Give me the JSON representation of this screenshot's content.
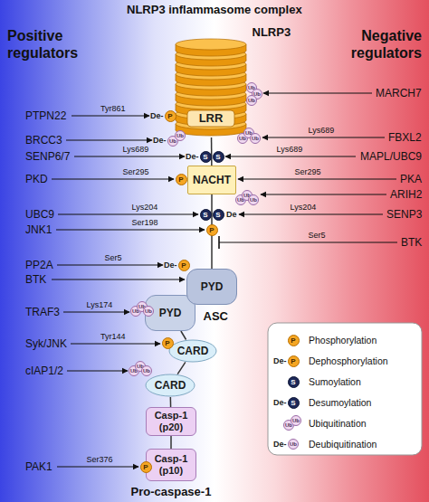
{
  "diagram": {
    "title": "NLRP3 inflammasome complex",
    "nodes": [
      {
        "text": [
          "LRR"
        ]
      },
      {
        "text": [
          "NACHT"
        ]
      },
      {
        "text": [
          "PYD"
        ]
      },
      {
        "text": [
          "PYD"
        ]
      },
      {
        "text": [
          "CARD"
        ]
      },
      {
        "text": [
          "CARD"
        ]
      },
      {
        "text": [
          "Casp-1 (p20)"
        ]
      },
      {
        "text": [
          "Casp-1 (p10)"
        ]
      }
    ],
    "edges": [
      {
        "from": 0,
        "to": 1,
        "arrow": "none"
      },
      {
        "from": 1,
        "to": 2,
        "arrow": "none"
      },
      {
        "from": 3,
        "to": 4,
        "arrow": "none"
      },
      {
        "from": 4,
        "to": 5,
        "arrow": "none"
      },
      {
        "from": 5,
        "to": 6,
        "arrow": "none"
      },
      {
        "from": 6,
        "to": 7,
        "arrow": "none"
      }
    ],
    "labels": [
      "Positive regulators",
      "Negative regulators",
      "NLRP3",
      "PTPN22",
      "Tyr861",
      "BRCC3",
      "SENP6/7",
      "Lys689",
      "PKD",
      "Ser295",
      "UBC9",
      "Lys204",
      "JNK1",
      "Ser198",
      "PP2A",
      "Ser5",
      "BTK",
      "TRAF3",
      "Lys174",
      "Syk/JNK",
      "Tyr144",
      "cIAP1/2",
      "PAK1",
      "Ser376",
      "MARCH7",
      "FBXL2",
      "Lys689",
      "MAPL/UBC9",
      "Lys689",
      "PKA",
      "Ser295",
      "ARIH2",
      "SENP3",
      "Lys204",
      "BTK",
      "Ser5",
      "ASC",
      "Pro-caspase-1",
      "De-",
      "P",
      "De-",
      "Ub",
      "Ub",
      "Ub",
      "Ub",
      "Ub",
      "Ub",
      "Ub",
      "Ub",
      "De-",
      "S",
      "S",
      "P",
      "Ub",
      "Ub",
      "Ub",
      "S",
      "S",
      "De",
      "P",
      "De-",
      "P",
      "Ub",
      "Ub",
      "Ub",
      "P",
      "Ub",
      "Ub",
      "Ub",
      "P",
      "P",
      "De-",
      "P",
      "S",
      "De-",
      "S",
      "Ub",
      "Ub",
      "De-",
      "Ub"
    ],
    "legend": [
      {
        "text": "Phosphorylation"
      },
      {
        "text": "Dephosphorylation"
      },
      {
        "text": "Sumoylation"
      },
      {
        "text": "Desumoylation"
      },
      {
        "text": "Ubiquitination"
      },
      {
        "text": "Deubiquitination"
      }
    ]
  }
}
